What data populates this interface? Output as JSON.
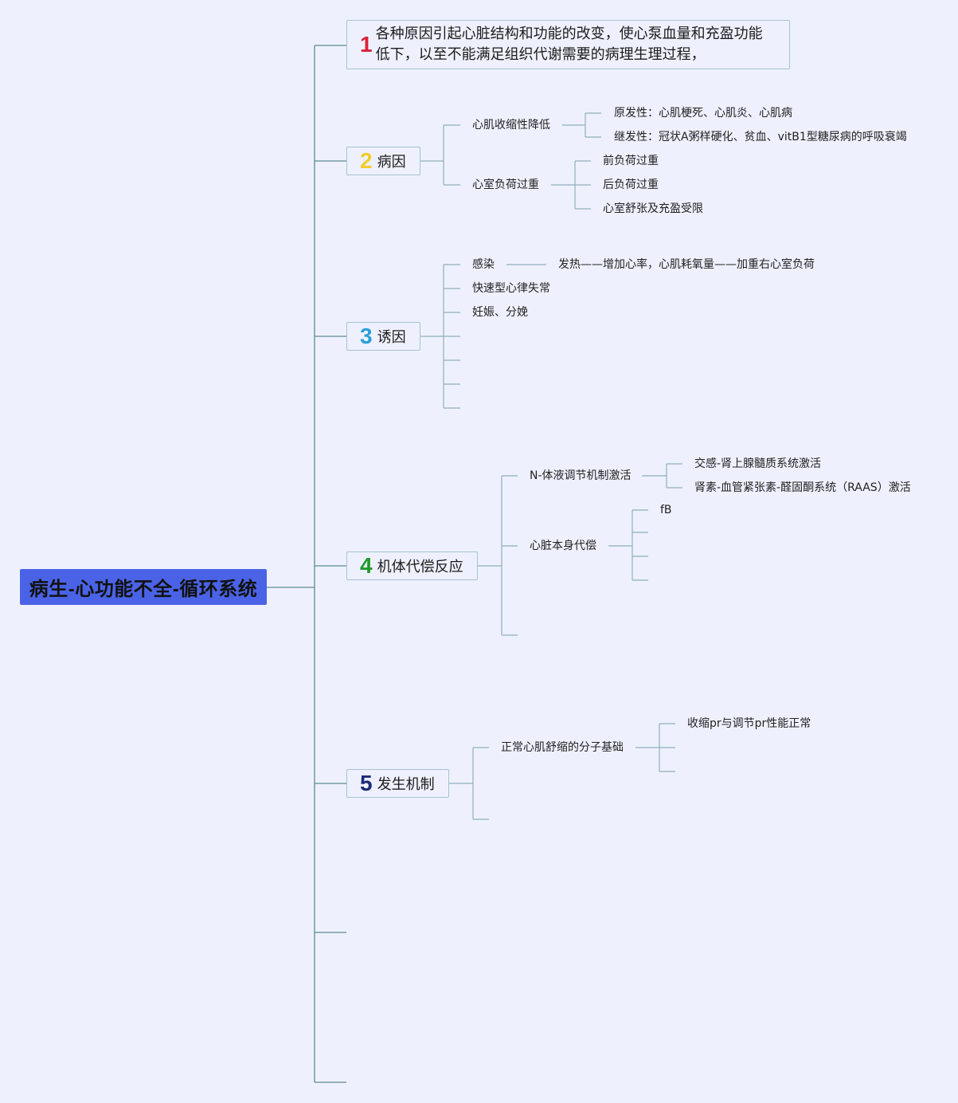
{
  "root": {
    "title": "病生-心功能不全-循环系统"
  },
  "topics": [
    {
      "number": "1",
      "color": "#d8233b",
      "text": "各种原因引起心脏结构和功能的改变，使心泵血量和充盈功能低下，以至不能满足组织代谢需要的病理生理过程，"
    },
    {
      "number": "2",
      "color": "#f2cc2a",
      "text": "病因"
    },
    {
      "number": "3",
      "color": "#2a9fd8",
      "text": "诱因"
    },
    {
      "number": "4",
      "color": "#1f9a2a",
      "text": "机体代偿反应"
    },
    {
      "number": "5",
      "color": "#1c2a78",
      "text": "发生机制"
    }
  ],
  "causes": {
    "contractility": {
      "label": "心肌收缩性降低",
      "items": [
        "原发性：心肌梗死、心肌炎、心肌病",
        "继发性：冠状A粥样硬化、贫血、vitB1型糖尿病的呼吸衰竭"
      ]
    },
    "overload": {
      "label": "心室负荷过重",
      "items": [
        "前负荷过重",
        "后负荷过重",
        "心室舒张及充盈受限"
      ]
    }
  },
  "triggers": {
    "infection": {
      "label": "感染",
      "detail": "发热——增加心率，心肌耗氧量——加重右心室负荷"
    },
    "items": [
      "快速型心律失常",
      "妊娠、分娩"
    ]
  },
  "compensation": {
    "neurohumoral": {
      "label": "N-体液调节机制激活",
      "items": [
        "交感-肾上腺髓质系统激活",
        "肾素-血管紧张素-醛固酮系统（RAAS）激活"
      ]
    },
    "cardiac": {
      "label": "心脏本身代偿",
      "items": [
        "fB"
      ]
    }
  },
  "mechanism": {
    "basis": {
      "label": "正常心肌舒缩的分子基础",
      "items": [
        "收缩pr与调节pr性能正常"
      ]
    }
  },
  "colors": {
    "line": "#5f8b93",
    "box_border": "#a6c2cf",
    "root_bg": "#4a63e6",
    "background": "#eef1fd"
  }
}
